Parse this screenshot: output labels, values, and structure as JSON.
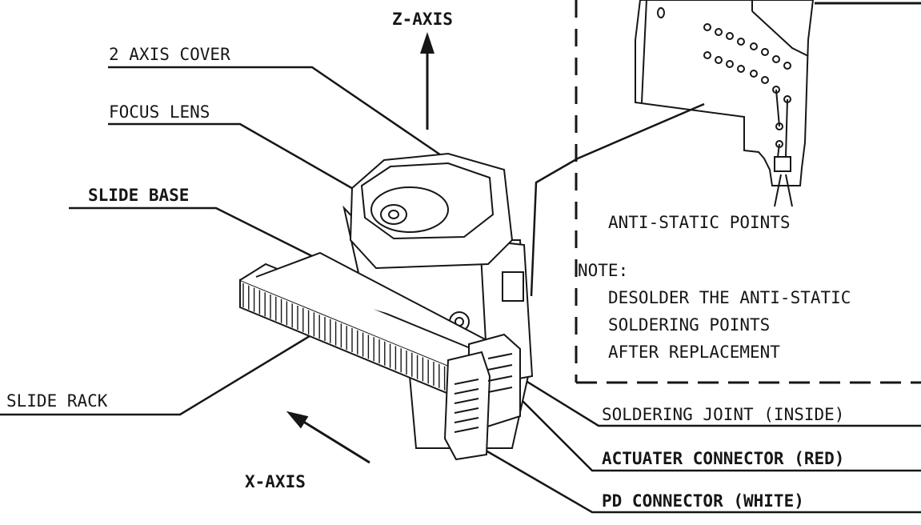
{
  "labels": {
    "z_axis": "Z-AXIS",
    "axis_cover": "2 AXIS COVER",
    "focus_lens": "FOCUS LENS",
    "slide_base": "SLIDE BASE",
    "slide_rack": "SLIDE RACK",
    "x_axis": "X-AXIS",
    "anti_static_points": "ANTI-STATIC POINTS",
    "soldering_joint": "SOLDERING JOINT (INSIDE)",
    "actuater_connector": "ACTUATER CONNECTOR (RED)",
    "pd_connector": "PD CONNECTOR (WHITE)"
  },
  "note": {
    "heading": "NOTE:",
    "line1": "DESOLDER THE ANTI-STATIC",
    "line2": "SOLDERING POINTS",
    "line3": "AFTER REPLACEMENT"
  },
  "colors": {
    "ink": "#161616",
    "background": "#ffffff"
  }
}
